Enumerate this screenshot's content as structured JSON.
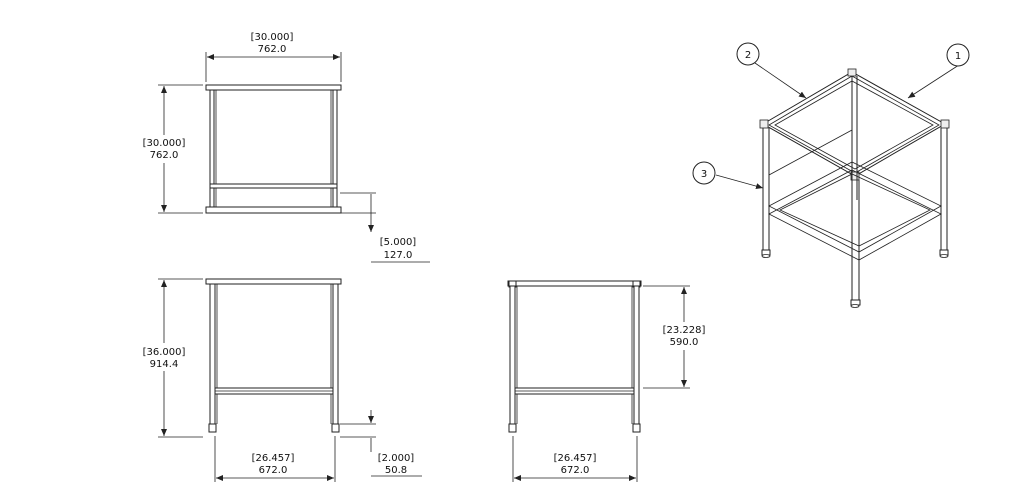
{
  "top_view": {
    "width_inch": "[30.000]",
    "width_mm": "762.0",
    "depth_inch": "[30.000]",
    "depth_mm": "762.0",
    "shelf_inch": "[5.000]",
    "shelf_mm": "127.0"
  },
  "front_view": {
    "height_inch": "[36.000]",
    "height_mm": "914.4",
    "width_inch": "[26.457]",
    "width_mm": "672.0",
    "foot_inch": "[2.000]",
    "foot_mm": "50.8"
  },
  "side_view": {
    "width_inch": "[26.457]",
    "width_mm": "672.0",
    "height_inch": "[23.228]",
    "height_mm": "590.0"
  },
  "balloons": [
    "1",
    "2",
    "3"
  ]
}
